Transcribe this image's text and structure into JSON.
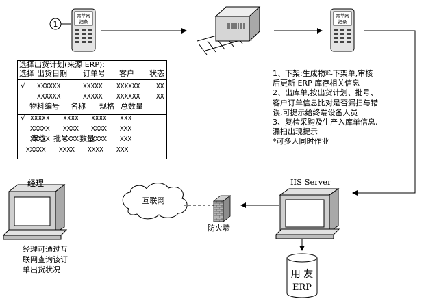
{
  "step_marker": "1",
  "handheld_screen_lines": [
    "青苹网",
    "扫条"
  ],
  "plan_panel": {
    "title": "选择出货计划(来源 ERP):",
    "header": {
      "select": "选择",
      "date": "出货日期",
      "order": "订单号",
      "customer": "客户",
      "status": "状态"
    },
    "plan_rows": [
      {
        "check": "√",
        "date": "XXXXXX",
        "order": "XXXXX",
        "customer": "XXXXXX",
        "status": "XX"
      },
      {
        "check": "",
        "date": "XXXXXX",
        "order": "XXXXX",
        "customer": "XXXXXX",
        "status": "XX"
      }
    ],
    "item_header": {
      "code": "物料编号",
      "name": "名称",
      "spec": "规格",
      "qty": "总数量"
    },
    "item_rows": [
      {
        "check": "√",
        "code": "XXXXX",
        "name": "XXXX",
        "spec": "XXXX",
        "qty": "XXX"
      },
      {
        "check": "",
        "code": "XXXXX",
        "name": "XXXX",
        "spec": "XXXX",
        "qty": "XXX"
      },
      {
        "check": "",
        "code": "XXXXX",
        "name": "XXXX",
        "spec": "XXXX",
        "qty": "XXX"
      }
    ],
    "loc_header": {
      "location": "库位",
      "batch": "批号",
      "qty": "数量"
    },
    "loc_rows": [
      {
        "a": "XXXXX",
        "b": "XXXX",
        "c": "XXXX",
        "d": "XXX"
      }
    ]
  },
  "notes": [
    "1、下架:生成物料下架单,审核",
    "后更新 ERP 库存相关信息",
    "2、出库单,按出货计划、批号、",
    "客户订单信息比对是否漏扫与错",
    "误,可提示给终端设备人员",
    "3、复检采购及生产入库单信息,",
    "漏扫出现提示",
    "*可多人同时作业"
  ],
  "manager": {
    "title": "经理",
    "caption_lines": [
      "经理可通过互",
      "联网查询该订",
      "单出货状况"
    ]
  },
  "internet_label": "互联网",
  "firewall_label": "防火墙",
  "server_label": "IIS Server",
  "database_lines": [
    "用 友",
    "ERP"
  ]
}
